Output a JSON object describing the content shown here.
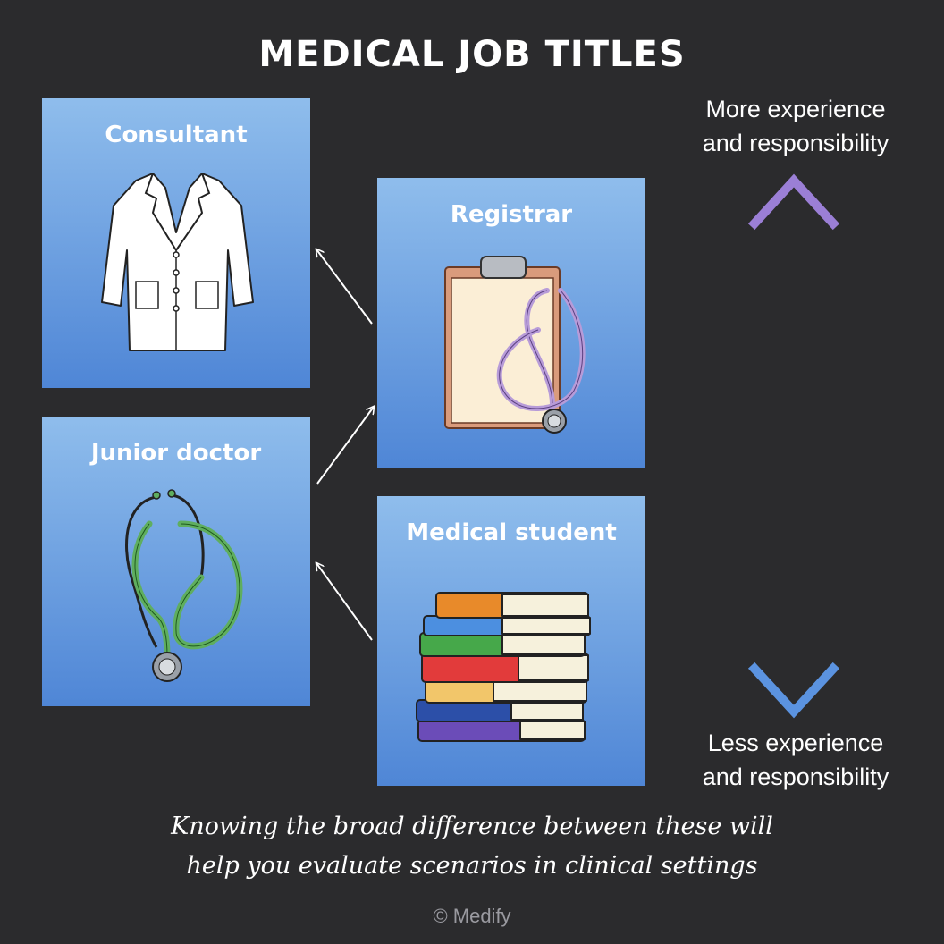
{
  "title": "MEDICAL JOB TITLES",
  "cards": {
    "consultant": {
      "label": "Consultant",
      "icon": "lab-coat-icon"
    },
    "registrar": {
      "label": "Registrar",
      "icon": "clipboard-stethoscope-icon"
    },
    "junior_doctor": {
      "label": "Junior doctor",
      "icon": "stethoscope-icon"
    },
    "medical_student": {
      "label": "Medical student",
      "icon": "book-stack-icon"
    }
  },
  "scale": {
    "top_line1": "More experience",
    "top_line2": "and responsibility",
    "bottom_line1": "Less experience",
    "bottom_line2": "and responsibility",
    "arrow_top_color": "#9b7fd6",
    "arrow_bottom_color": "#5b93e0"
  },
  "caption": {
    "line1": "Knowing the broad difference between these will",
    "line2": "help you evaluate scenarios in clinical settings"
  },
  "copyright": "© Medify",
  "colors": {
    "background": "#2b2b2d",
    "card_top": "#8fbdec",
    "card_bottom": "#4f86d6"
  }
}
